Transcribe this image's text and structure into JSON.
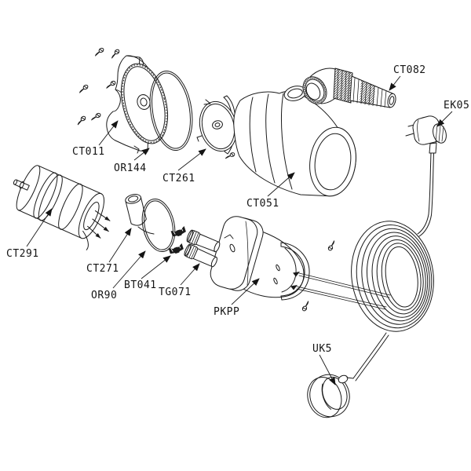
{
  "diagram": {
    "background_color": "#ffffff",
    "line_color": "#1a1a1a",
    "label_color": "#141414",
    "parts": [
      {
        "label": "CT011"
      },
      {
        "label": "OR144"
      },
      {
        "label": "CT261"
      },
      {
        "label": "CT051"
      },
      {
        "label": "CT082"
      },
      {
        "label": "EK05"
      },
      {
        "label": "CT291"
      },
      {
        "label": "CT271"
      },
      {
        "label": "OR90"
      },
      {
        "label": "BT041"
      },
      {
        "label": "TG071"
      },
      {
        "label": "PKPP"
      },
      {
        "label": "UK5"
      }
    ]
  }
}
